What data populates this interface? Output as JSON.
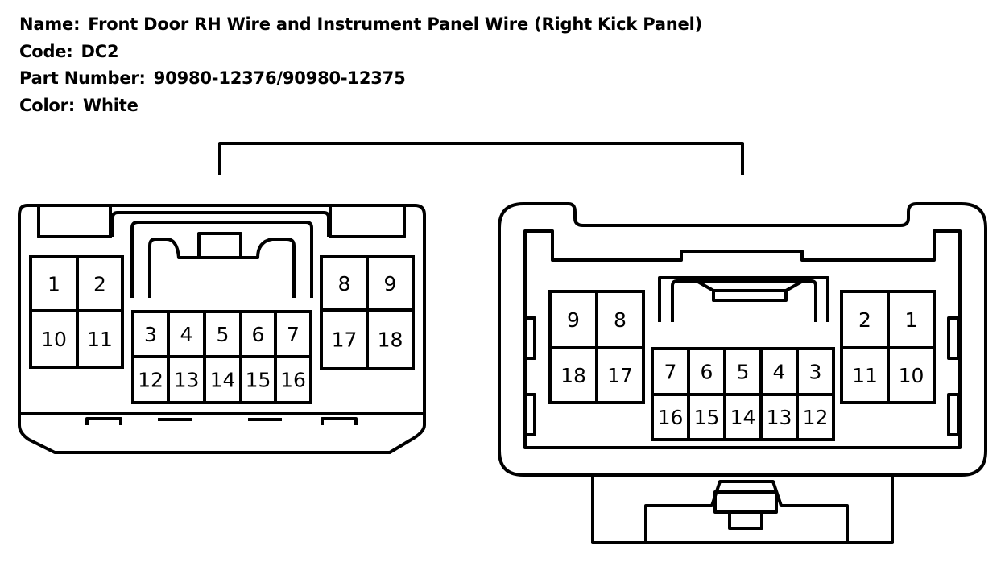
{
  "header": {
    "name_label": "Name:",
    "name_value": "Front Door RH Wire and Instrument Panel Wire (Right Kick Panel)",
    "code_label": "Code:",
    "code_value": "DC2",
    "part_label": "Part Number:",
    "part_value": "90980-12376/90980-12375",
    "color_label": "Color:",
    "color_value": "White"
  },
  "connectors": {
    "left": {
      "pins": [
        "1",
        "2",
        "10",
        "11",
        "3",
        "4",
        "5",
        "6",
        "7",
        "12",
        "13",
        "14",
        "15",
        "16",
        "8",
        "9",
        "17",
        "18"
      ]
    },
    "right": {
      "pins": [
        "9",
        "8",
        "18",
        "17",
        "7",
        "6",
        "5",
        "4",
        "3",
        "16",
        "15",
        "14",
        "13",
        "12",
        "2",
        "1",
        "11",
        "10"
      ]
    }
  }
}
